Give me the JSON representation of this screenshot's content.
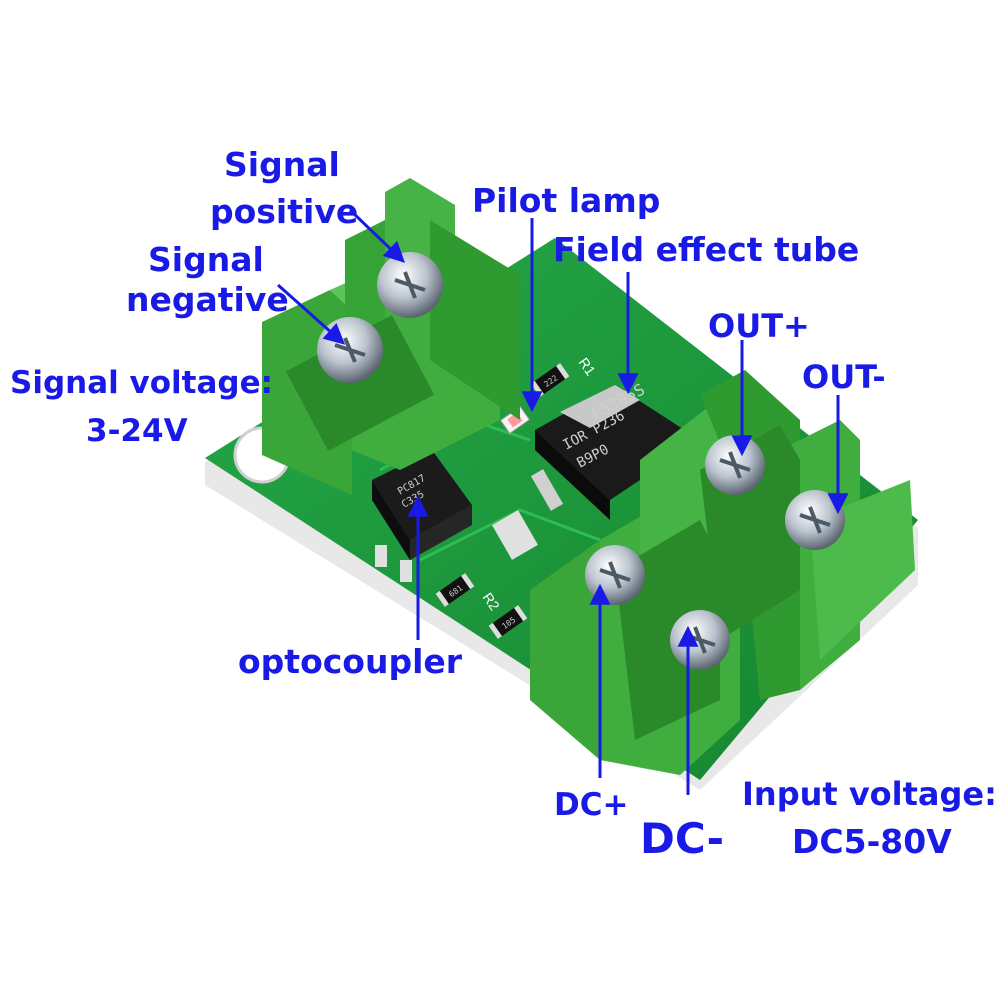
{
  "labels": {
    "signal_positive_1": "Signal",
    "signal_positive_2": "positive",
    "signal_negative_1": "Signal",
    "signal_negative_2": "negative",
    "signal_voltage_1": "Signal voltage:",
    "signal_voltage_2": "3-24V",
    "pilot_lamp": "Pilot lamp",
    "field_effect_tube": "Field effect tube",
    "out_plus": "OUT+",
    "out_minus": "OUT-",
    "optocoupler": "optocoupler",
    "dc_plus": "DC+",
    "dc_minus": "DC-",
    "input_voltage_1": "Input voltage:",
    "input_voltage_2": "DC5-80V"
  },
  "markings": {
    "mosfet_line1": "F5305S",
    "mosfet_line2": "IOR P236",
    "mosfet_line3": "B9P0",
    "opto_line1": "PC817",
    "opto_line2": "C335",
    "r1": "R1",
    "r2": "R2",
    "res_a": "222",
    "res_b": "681",
    "res_c": "105"
  },
  "colors": {
    "label": "#1a1ae6",
    "terminal": "#3fae3f",
    "pcb": "#1e9a3c"
  }
}
